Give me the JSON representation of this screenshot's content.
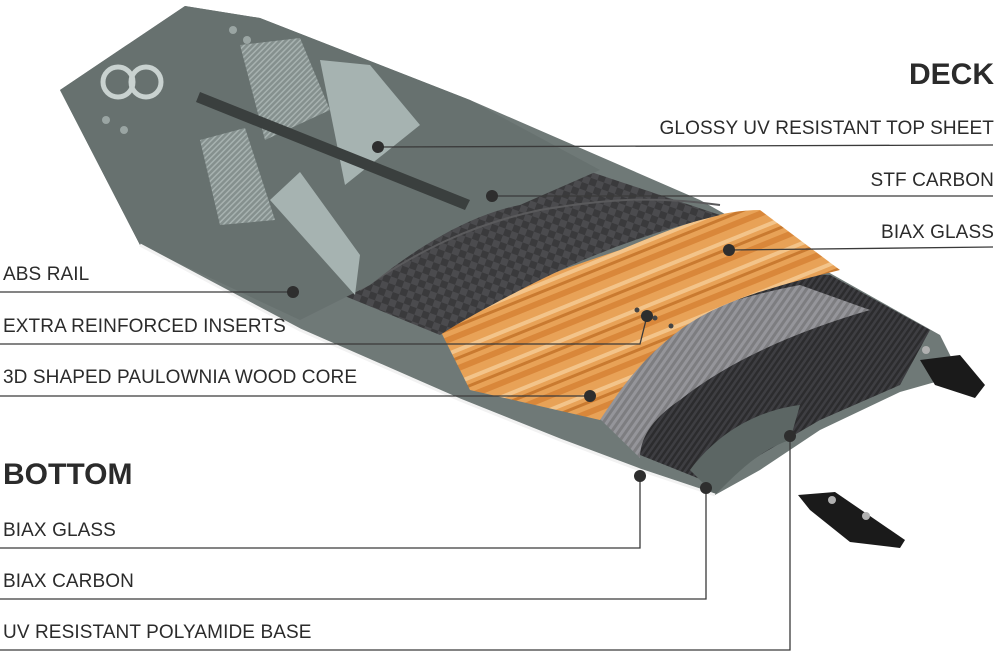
{
  "deck": {
    "heading": "DECK",
    "layers": [
      "GLOSSY UV RESISTANT TOP SHEET",
      "STF CARBON",
      "BIAX GLASS"
    ]
  },
  "core": {
    "layers": [
      "ABS RAIL",
      "EXTRA REINFORCED INSERTS",
      "3D SHAPED PAULOWNIA WOOD CORE"
    ]
  },
  "bottom": {
    "heading": "BOTTOM",
    "layers": [
      "BIAX GLASS",
      "BIAX CARBON",
      "UV RESISTANT POLYAMIDE BASE"
    ]
  },
  "colors": {
    "topsheet": "#6a7472",
    "topsheet_light": "#a9b6b4",
    "carbon": "#3c3c3e",
    "wood": "#e59a4a",
    "glass": "#8c8c8e",
    "base": "#7c8684",
    "leader": "#3a3a3a"
  }
}
